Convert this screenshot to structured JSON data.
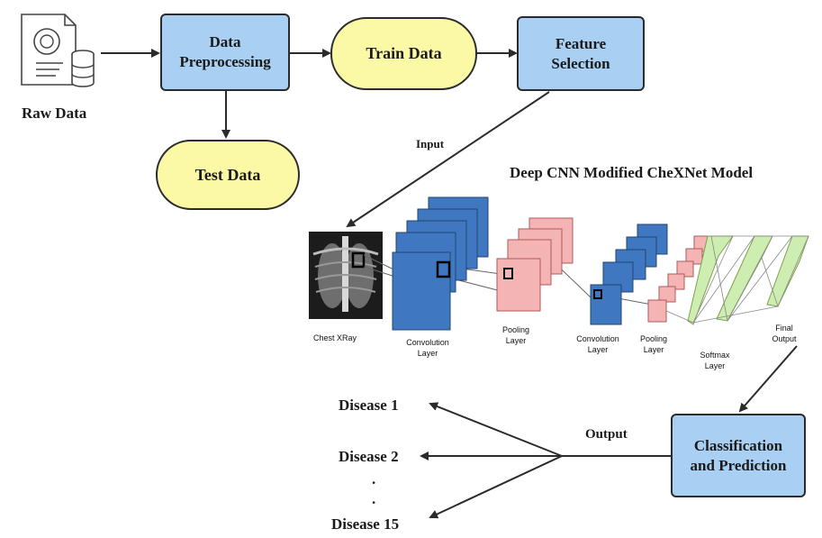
{
  "inputs": {
    "raw_data": "Raw Data"
  },
  "nodes": {
    "data_preprocessing": "Data Preprocessing",
    "train_data": "Train Data",
    "test_data": "Test Data",
    "feature_selection": "Feature Selection",
    "classification": "Classification and Prediction"
  },
  "edge_labels": {
    "input": "Input",
    "output": "Output"
  },
  "model": {
    "title": "Deep CNN Modified CheXNet Model",
    "layers": {
      "chest_xray": "Chest XRay",
      "conv1": "Convolution Layer",
      "pool1": "Pooling Layer",
      "conv2": "Convolution Layer",
      "pool2": "Pooling Layer",
      "softmax": "Softmax Layer",
      "final_output": "Final Output"
    }
  },
  "outputs": {
    "disease_1": "Disease 1",
    "disease_2": "Disease 2",
    "dot_1": ".",
    "dot_2": ".",
    "disease_15": "Disease 15"
  },
  "colors": {
    "process_box": "#a9d0f2",
    "data_pill": "#fbf8a6",
    "conv_layer": "#3f78c0",
    "pool_layer": "#f4b4b4",
    "dense_layer": "#cdeeb0"
  }
}
